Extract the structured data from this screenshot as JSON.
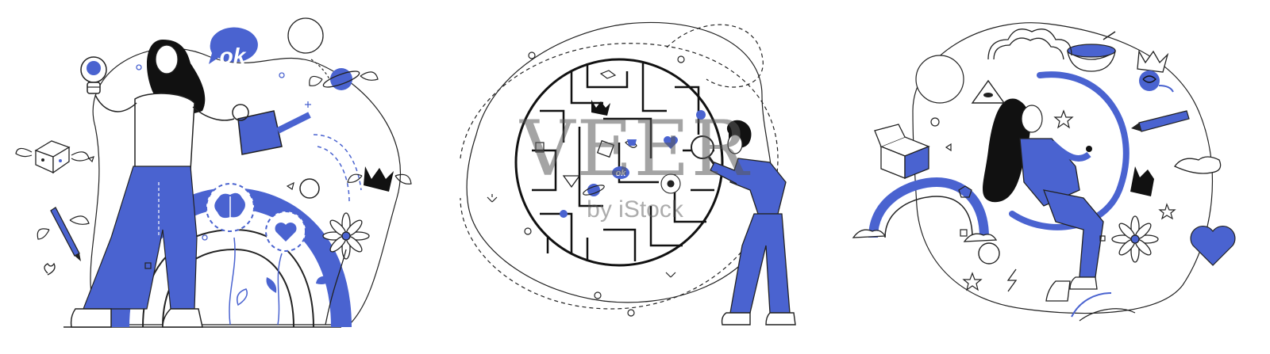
{
  "watermark": {
    "main": "VEER",
    "sub": "by iStock"
  },
  "illustrations": {
    "left": {
      "speech_bubble_text": "ok"
    },
    "middle": {
      "tag_text": "ok"
    }
  },
  "colors": {
    "accent": "#4a63d0",
    "ink": "#111111",
    "line": "#222222"
  }
}
